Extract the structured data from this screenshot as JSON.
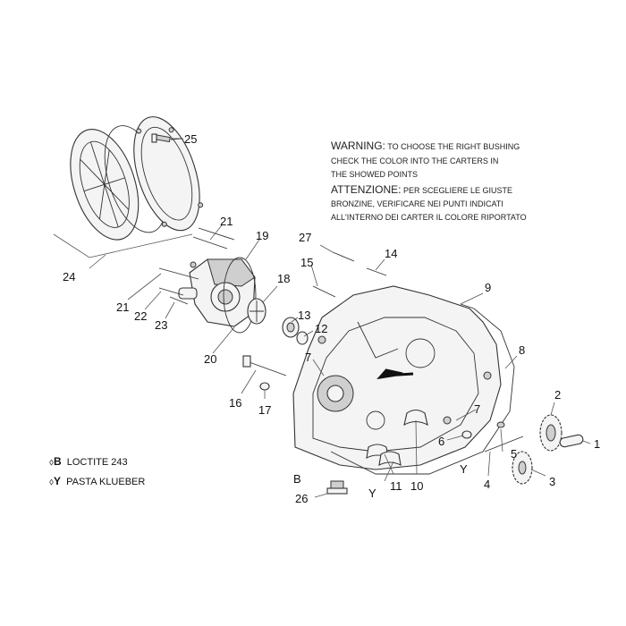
{
  "warning": {
    "lines": [
      {
        "head": "WARNING:",
        "text": " TO CHOOSE THE RIGHT BUSHING"
      },
      {
        "head": "",
        "text": "CHECK THE COLOR INTO THE CARTERS IN"
      },
      {
        "head": "",
        "text": "THE SHOWED POINTS"
      },
      {
        "head": "ATTENZIONE:",
        "text": " PER SCEGLIERE LE GIUSTE"
      },
      {
        "head": "",
        "text": "BRONZINE, VERIFICARE NEI PUNTI INDICATI"
      },
      {
        "head": "",
        "text": "ALL'INTERNO DEI CARTER IL COLORE RIPORTATO"
      }
    ]
  },
  "legend": [
    {
      "symbol": "B",
      "text": "LOCTITE 243"
    },
    {
      "symbol": "Y",
      "text": "PASTA KLUEBER"
    }
  ],
  "callouts": {
    "c1": "1",
    "c2": "2",
    "c3": "3",
    "c4": "4",
    "c5": "5",
    "c6": "6",
    "c7a": "7",
    "c7b": "7",
    "c8": "8",
    "c9": "9",
    "c10": "10",
    "c11": "11",
    "c12": "12",
    "c13": "13",
    "c14": "14",
    "c15": "15",
    "c16": "16",
    "c17": "17",
    "c18": "18",
    "c19": "19",
    "c20": "20",
    "c21a": "21",
    "c21b": "21",
    "c22": "22",
    "c23": "23",
    "c24": "24",
    "c25": "25",
    "c26": "26",
    "c27": "27",
    "mB": "B",
    "mY1": "Y",
    "mY2": "Y"
  }
}
